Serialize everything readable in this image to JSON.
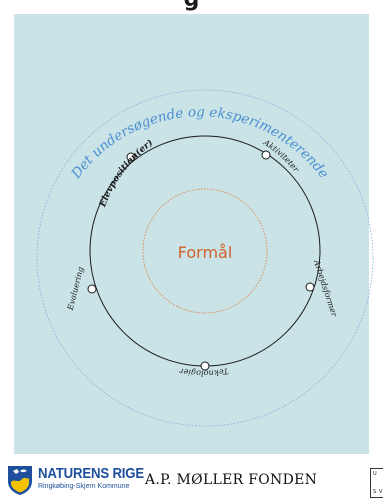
{
  "header": {
    "title_fragment": "g"
  },
  "diagram": {
    "outer_label": "Det undersøgende og eksperimenterende",
    "center_label": "Formål",
    "nodes": [
      {
        "label": "Elevposition(er)"
      },
      {
        "label": "Aktiviteter"
      },
      {
        "label": "Arbejdsformer"
      },
      {
        "label": "Teknologier"
      },
      {
        "label": "Evaluering"
      }
    ],
    "colors": {
      "panel_background": "#c9e3e7",
      "outer_ring": "#7fb3dd",
      "outer_label": "#4c8fd0",
      "main_ring": "#1a1a1a",
      "center_ring": "#e0834a",
      "center_label": "#d2602a"
    }
  },
  "footer": {
    "naturens_rige": {
      "name": "NATURENS RIGE",
      "subtitle": "Ringkøbing-Skjern Kommune",
      "icon": "shield-logo-icon"
    },
    "apm": {
      "name": "A.P. MØLLER FONDEN"
    },
    "corner": {
      "letters": [
        "U",
        "S",
        "V"
      ]
    }
  }
}
